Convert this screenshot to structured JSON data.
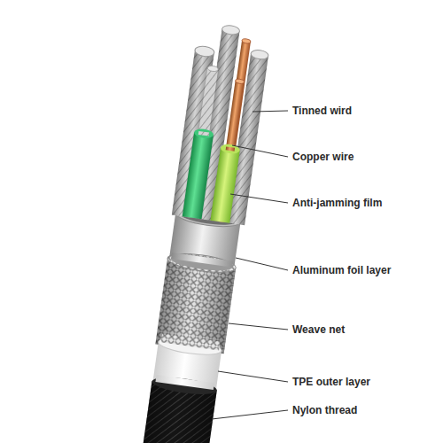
{
  "diagram": {
    "labels": [
      "Tinned wird",
      "Copper wire",
      "Anti-jamming film",
      "Aluminum foil layer",
      "Weave net",
      "TPE outer layer",
      "Nylon thread"
    ]
  }
}
